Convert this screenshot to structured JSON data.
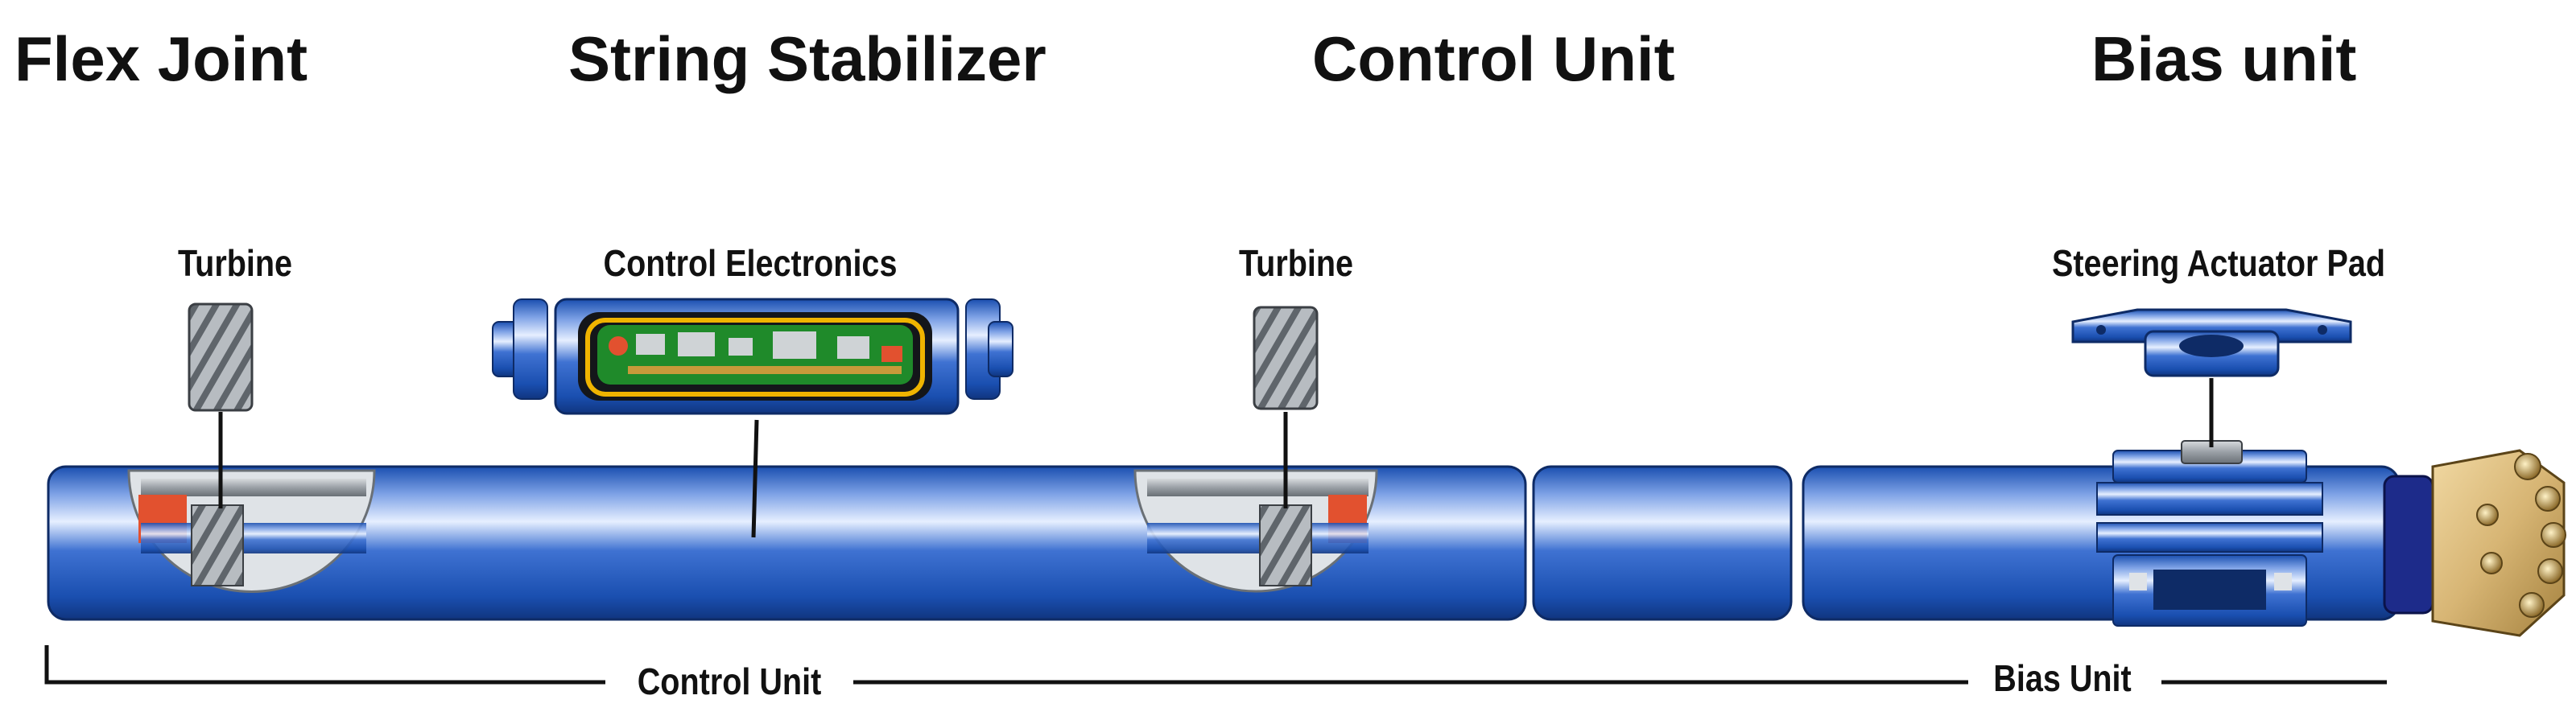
{
  "headings": {
    "flex_joint": "Flex Joint",
    "string_stabilizer": "String Stabilizer",
    "control_unit": "Control Unit",
    "bias_unit": "Bias unit"
  },
  "callouts": {
    "turbine_left": "Turbine",
    "control_electronics": "Control Electronics",
    "turbine_right": "Turbine",
    "steering_actuator_pad": "Steering Actuator Pad"
  },
  "spans": {
    "control_unit": "Control Unit",
    "bias_unit": "Bias Unit"
  },
  "colors": {
    "pipe_dark": "#1a4fb0",
    "pipe_light": "#e6efff",
    "steel": "#9aa0a6",
    "seal_red": "#e2512f",
    "board_green": "#1f8a2a",
    "bit_gold": "#d7b574",
    "line": "#111111"
  }
}
